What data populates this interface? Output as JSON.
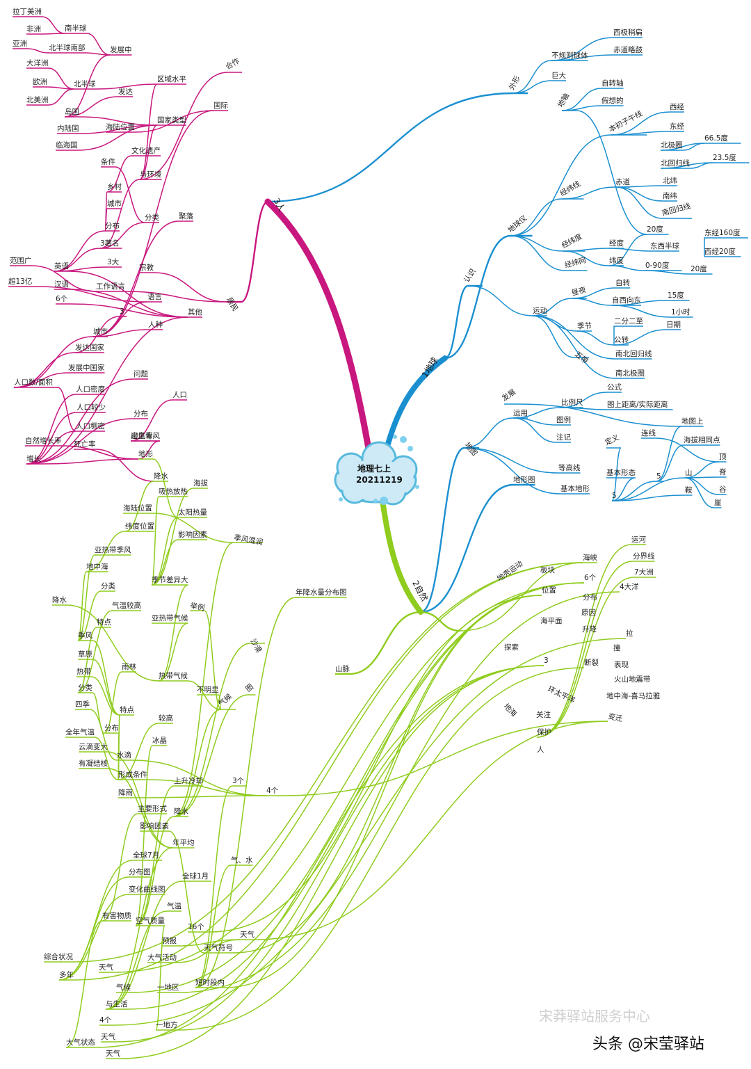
{
  "root": {
    "title": "地理七上",
    "date": "20211219"
  },
  "colors": {
    "earth": "#1a8fd0",
    "people": "#c8177e",
    "nature": "#8fcc1e",
    "cloud": "#cdeaf6",
    "cloud_edge": "#57b9dd"
  },
  "watermark": {
    "text": "宋莽驿站服务中心",
    "overlay": "头条 @宋莹驿站"
  },
  "branches": [
    {
      "key": "earth",
      "label": "1地球"
    },
    {
      "key": "people",
      "label": "3人"
    },
    {
      "key": "nature",
      "label": "2自然"
    }
  ],
  "labels": [
    "西极稍扁",
    "赤道略鼓",
    "不规则球体",
    "外形",
    "巨大",
    "自转轴",
    "假想的",
    "地轴",
    "西经",
    "东经",
    "本初子午线",
    "北极圈",
    "66.5度",
    "北回归线",
    "23.5度",
    "北纬",
    "南纬",
    "南回归线",
    "赤道",
    "经纬线",
    "地球仪",
    "20度",
    "东经160度",
    "西经20度",
    "东西半球",
    "经度",
    "0-90度",
    "20度",
    "纬度",
    "经纬度",
    "经纬网",
    "认识",
    "自转",
    "自西向东",
    "15度",
    "1小时",
    "昼夜",
    "二分二至",
    "日期",
    "公转",
    "季节",
    "南北回归线",
    "南北极圈",
    "五带",
    "运动",
    "发展",
    "公式",
    "图上距离/实际距离",
    "比例尺",
    "图例",
    "注记",
    "运用",
    "地图上",
    "海拔相同点",
    "连线",
    "定义",
    "基本形态",
    "5",
    "顶",
    "脊",
    "谷",
    "崖",
    "山",
    "鞍",
    "等高线",
    "基本地形",
    "5",
    "地形图",
    "地图",
    "拉丁美洲",
    "非洲",
    "南半球",
    "亚洲",
    "北半球南部",
    "发展中",
    "大洋洲",
    "欧洲",
    "北半球",
    "北美洲",
    "发达",
    "区域水平",
    "合作",
    "岛国",
    "内陆国",
    "海陆位置",
    "临海国",
    "国家类型",
    "国际",
    "文化遗产",
    "条件",
    "与环境",
    "乡村",
    "城市",
    "分类",
    "聚落",
    "分布",
    "3著名",
    "3大",
    "宗教",
    "范围广",
    "英语",
    "超13亿",
    "汉语",
    "工作语言",
    "6个",
    "语言",
    "3",
    "人种",
    "其他",
    "居民",
    "城市",
    "发达国家",
    "发展中国家",
    "问题",
    "人口数/面积",
    "人口密度",
    "人口较少",
    "分布",
    "人口稠密",
    "人口",
    "出生率-",
    "自然增长率",
    "死亡率",
    "增长",
    "迎风背风",
    "地形",
    "海拔",
    "降水",
    "吸热放热",
    "海陆位置",
    "太阳热量",
    "纬度位置",
    "影响因素",
    "季风湿润",
    "亚热带季风",
    "地中海",
    "分类",
    "季节差异大",
    "降水",
    "气温较高",
    "特点",
    "亚热带气候",
    "举例",
    "沙漠",
    "季风",
    "草原",
    "热带",
    "雨林",
    "分类",
    "热带气候",
    "不明显",
    "四季",
    "特点",
    "较高",
    "全年气温",
    "分布",
    "图",
    "气候",
    "年降水量分布图",
    "冰晶",
    "云滴变大",
    "水滴",
    "有凝结核",
    "形成条件",
    "上升冷却",
    "降雨",
    "主要形式",
    "降水",
    "3个",
    "影响因素",
    "年平均",
    "全球7月",
    "分布图",
    "全球1月",
    "变化曲线图",
    "气温",
    "气、水",
    "4个",
    "有害物质",
    "空气质量",
    "16个",
    "预报",
    "天气符号",
    "大气活动",
    "综合状况",
    "天气",
    "多年",
    "气候",
    "一地区",
    "与生活",
    "短时段内",
    "4个",
    "大气状态",
    "天气",
    "一地方",
    "天气",
    "天气",
    "山脉",
    "运河",
    "分界线",
    "海峡",
    "7大洲",
    "板块",
    "6个",
    "4大洋",
    "位置",
    "分布",
    "地壳运动",
    "原因",
    "海平面",
    "升降",
    "拉",
    "撞",
    "表现",
    "3",
    "断裂",
    "火山地震带",
    "环太平洋",
    "地中海-喜马拉雅",
    "变迁",
    "探索",
    "关注",
    "保护",
    "人",
    "地海"
  ]
}
